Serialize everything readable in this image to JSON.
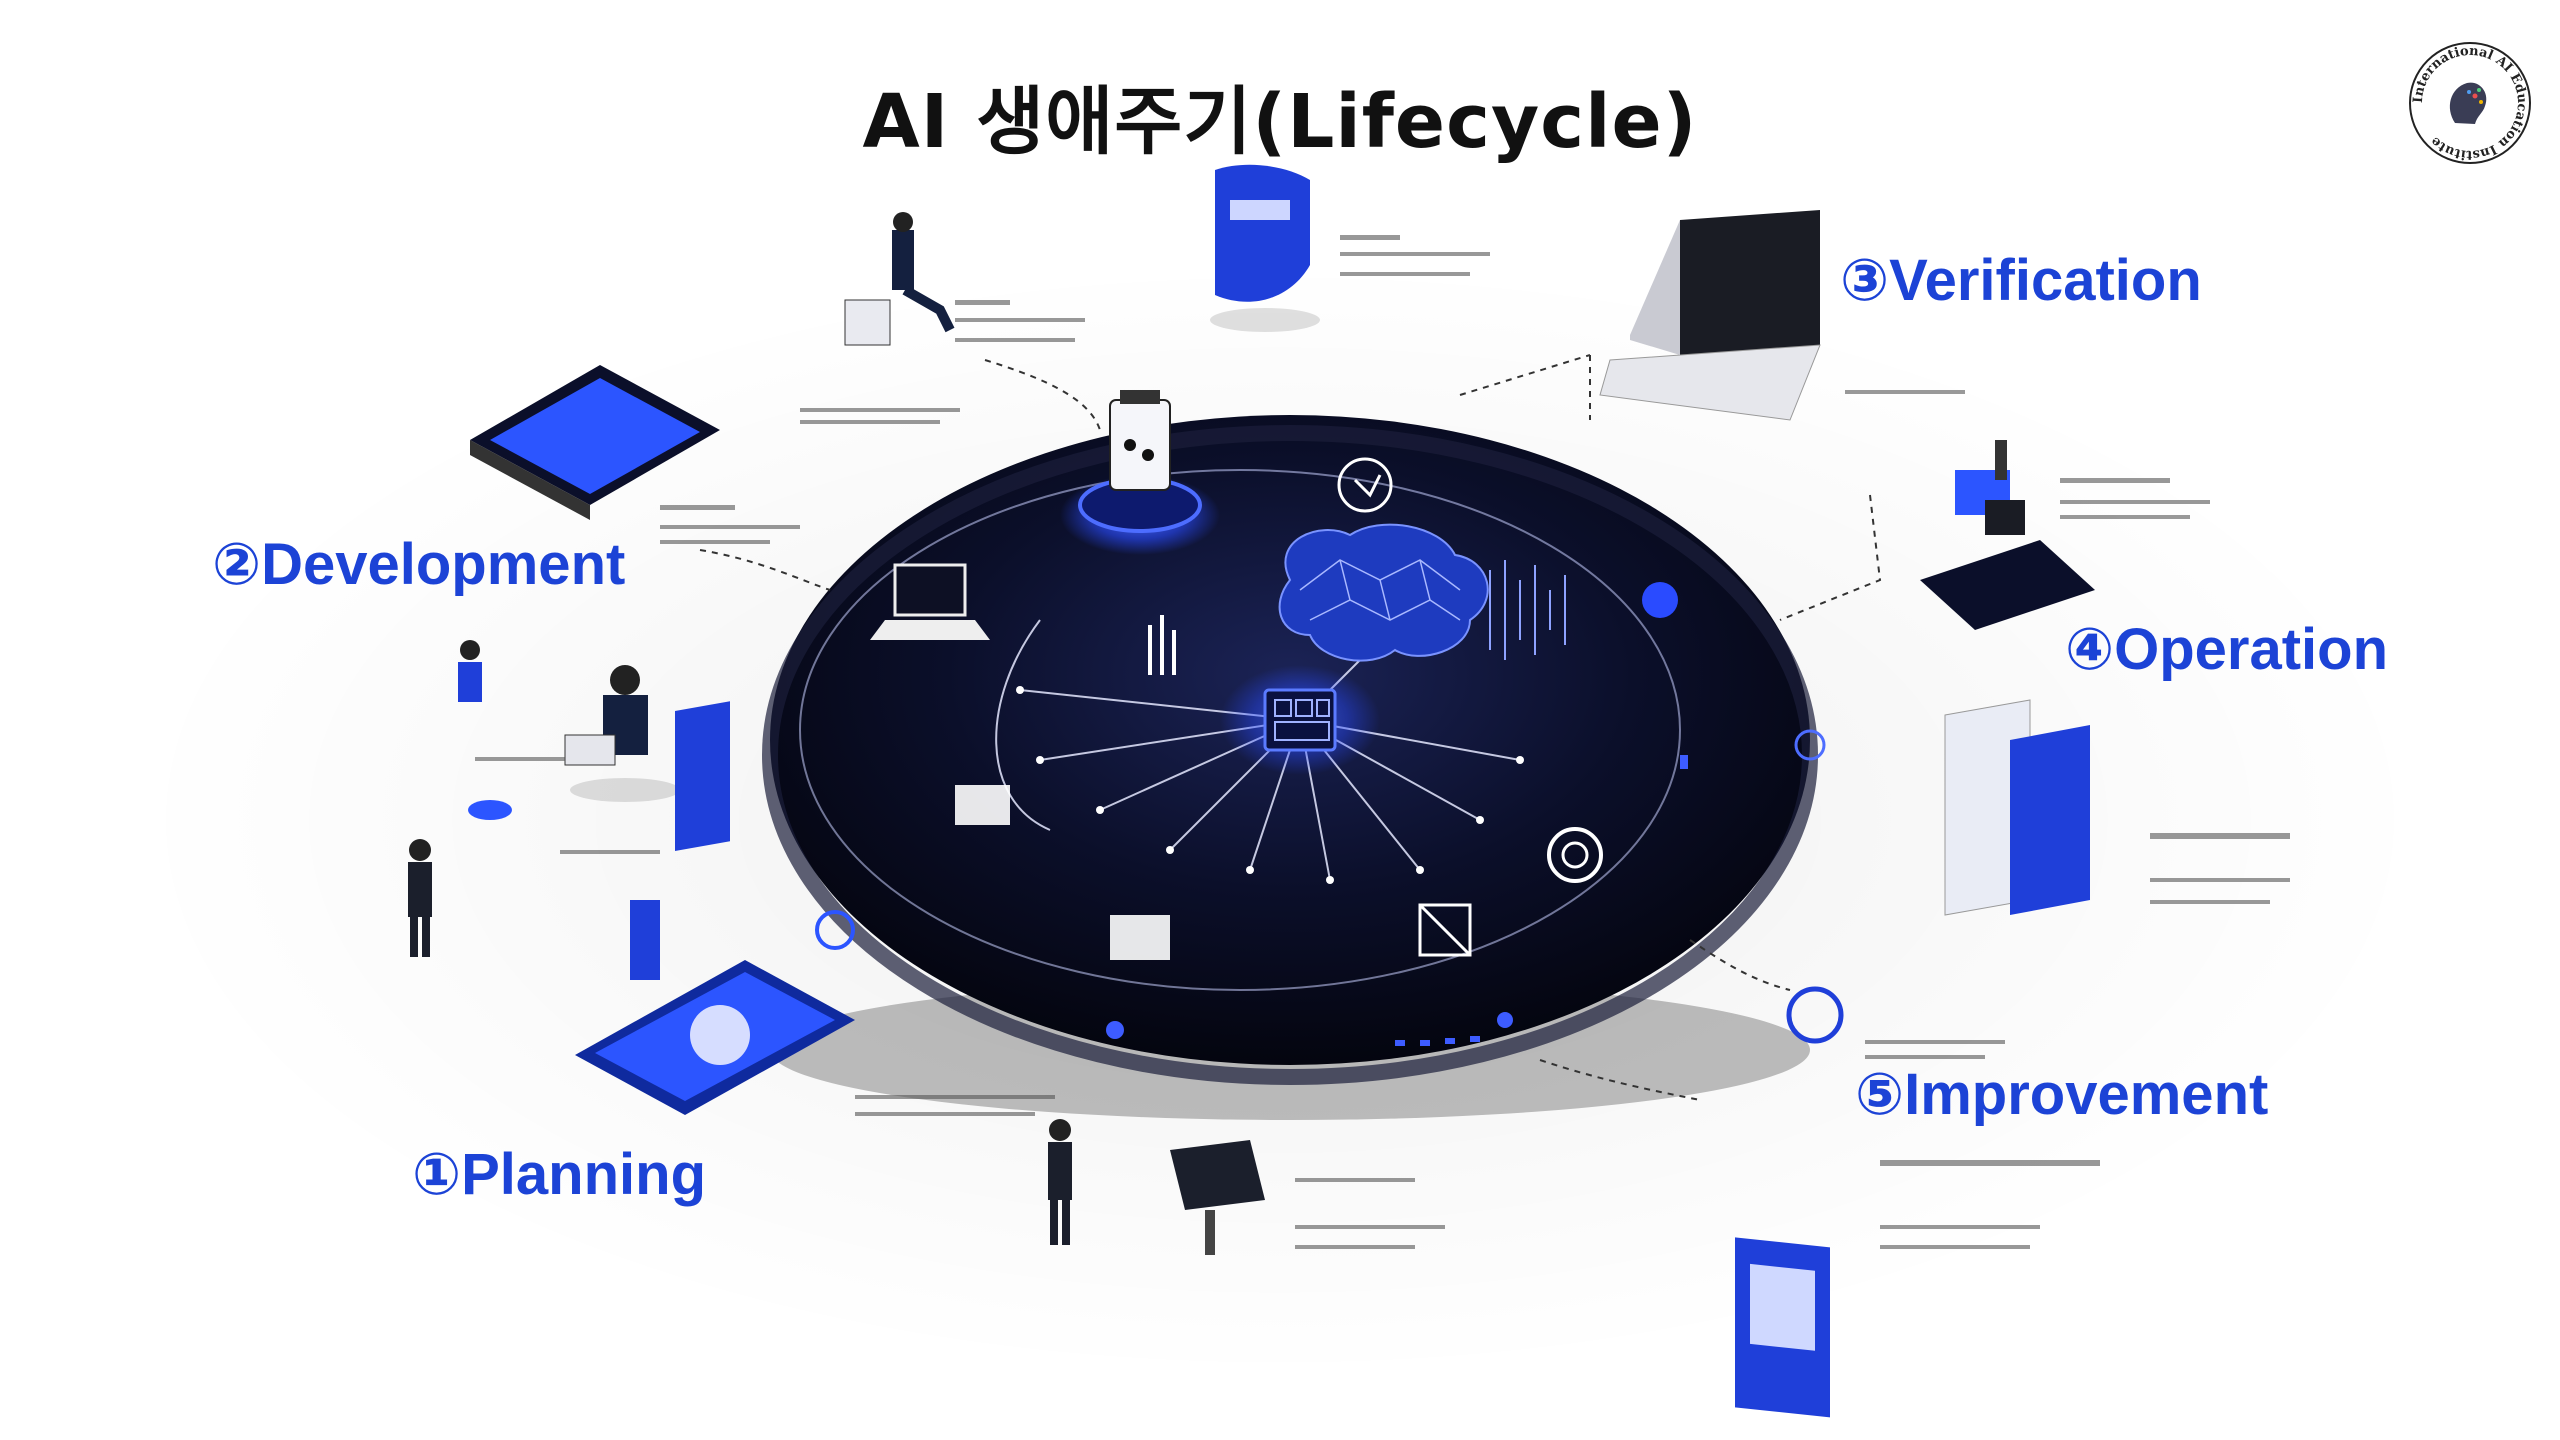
{
  "title": "AI 생애주기(Lifecycle)",
  "stages": [
    {
      "number": "①",
      "label": "Planning"
    },
    {
      "number": "②",
      "label": "Development"
    },
    {
      "number": "③",
      "label": "Verification"
    },
    {
      "number": "④",
      "label": "Operation"
    },
    {
      "number": "⑤",
      "label": "Improvement"
    }
  ],
  "logo_text": "International AI Education Institute",
  "colors": {
    "accent": "#1c43d6",
    "platform": "#0b0f2a",
    "glow": "#2a4bff",
    "title": "#111111"
  }
}
